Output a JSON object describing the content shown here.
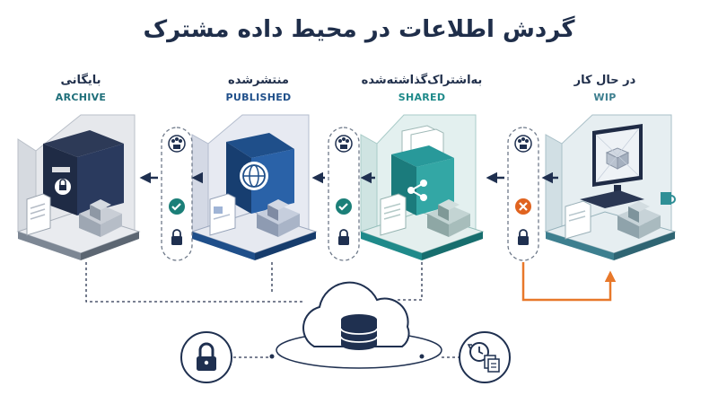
{
  "title": "گردش اطلاعات در محیط داده مشترک",
  "stages": [
    {
      "fa": "در حال کار",
      "en": "WIP",
      "status": "rejected"
    },
    {
      "fa": "به‌اشتراک‌گذاشته‌شده",
      "en": "SHARED",
      "status": "approved"
    },
    {
      "fa": "منتشرشده",
      "en": "PUBLISHED",
      "status": "approved"
    },
    {
      "fa": "بایگانی",
      "en": "ARCHIVE",
      "status": "final"
    }
  ],
  "colors": {
    "title": "#1f2e4a",
    "wip": "#3d7f8f",
    "shared": "#1f8a8a",
    "published": "#1f4f8a",
    "archive": "#1f6f7a",
    "approve": "#1b7f78",
    "reject": "#e0631f",
    "navy": "#1f3050",
    "return_arrow": "#e8782a"
  },
  "icons": {
    "wip": "monitor-cube-icon",
    "shared": "share-folder-icon",
    "published": "globe-folder-icon",
    "archive": "locked-box-icon",
    "gate": "people-group-icon",
    "approve": "check-icon",
    "reject": "cross-icon",
    "lock": "lock-icon",
    "cloud": "cloud-database-icon",
    "security": "padlock-icon",
    "history": "history-documents-icon"
  }
}
